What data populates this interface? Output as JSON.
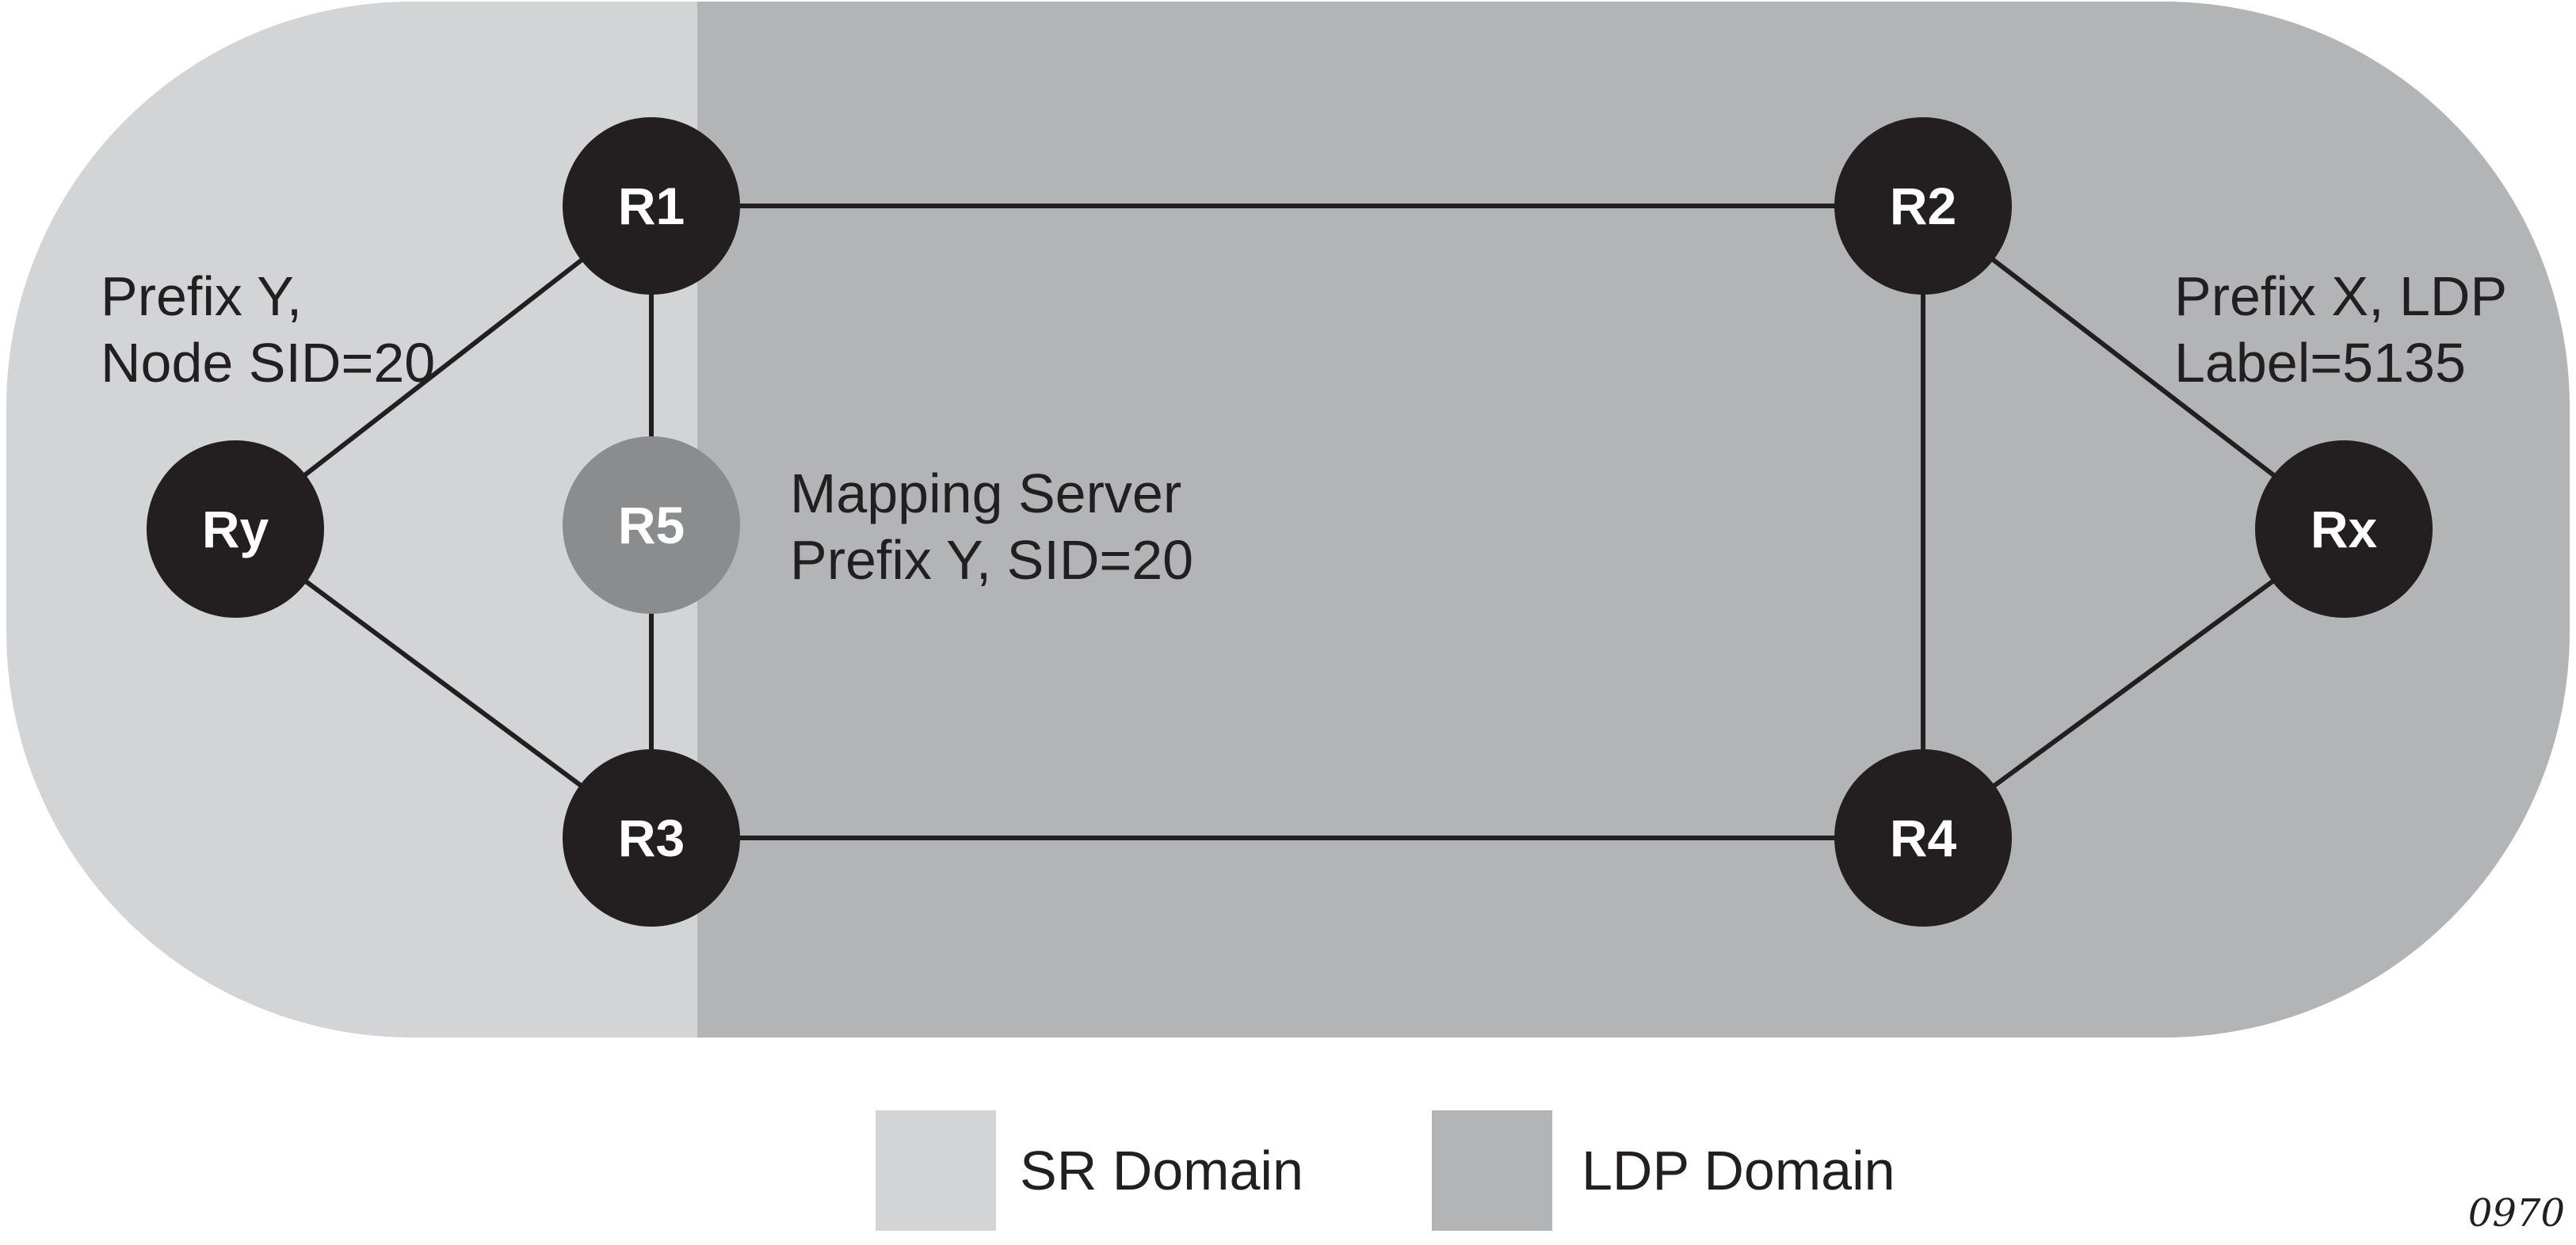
{
  "figure": {
    "number": "0970"
  },
  "domains": {
    "sr": {
      "label": "SR Domain",
      "color": "#d3d4d6"
    },
    "ldp": {
      "label": "LDP Domain",
      "color": "#b3b4b6"
    }
  },
  "nodes": {
    "r1": {
      "label": "R1",
      "role": "router",
      "fill": "#231f20",
      "domain": "sr/ldp-border"
    },
    "r2": {
      "label": "R2",
      "role": "router",
      "fill": "#231f20",
      "domain": "ldp"
    },
    "r3": {
      "label": "R3",
      "role": "router",
      "fill": "#231f20",
      "domain": "sr/ldp-border"
    },
    "r4": {
      "label": "R4",
      "role": "router",
      "fill": "#231f20",
      "domain": "ldp"
    },
    "r5": {
      "label": "R5",
      "role": "mapping-server",
      "fill": "#8b8c8e",
      "domain": "sr/ldp-border"
    },
    "ry": {
      "label": "Ry",
      "role": "router",
      "fill": "#231f20",
      "domain": "sr"
    },
    "rx": {
      "label": "Rx",
      "role": "router",
      "fill": "#231f20",
      "domain": "ldp"
    }
  },
  "edges": [
    {
      "from": "R1",
      "to": "R2"
    },
    {
      "from": "R3",
      "to": "R4"
    },
    {
      "from": "R1",
      "to": "R3",
      "via": "R5"
    },
    {
      "from": "R2",
      "to": "R4"
    },
    {
      "from": "Ry",
      "to": "R1"
    },
    {
      "from": "Ry",
      "to": "R3"
    },
    {
      "from": "R2",
      "to": "Rx"
    },
    {
      "from": "R4",
      "to": "Rx"
    }
  ],
  "annotations": {
    "prefix_y": {
      "line1": "Prefix Y,",
      "line2": "Node SID=20"
    },
    "prefix_x": {
      "line1": "Prefix X, LDP",
      "line2": "Label=5135"
    },
    "mapping_server": {
      "line1": "Mapping Server",
      "line2": "Prefix Y, SID=20"
    }
  },
  "legend": {
    "sr": {
      "label": "SR Domain"
    },
    "ldp": {
      "label": "LDP Domain"
    }
  }
}
